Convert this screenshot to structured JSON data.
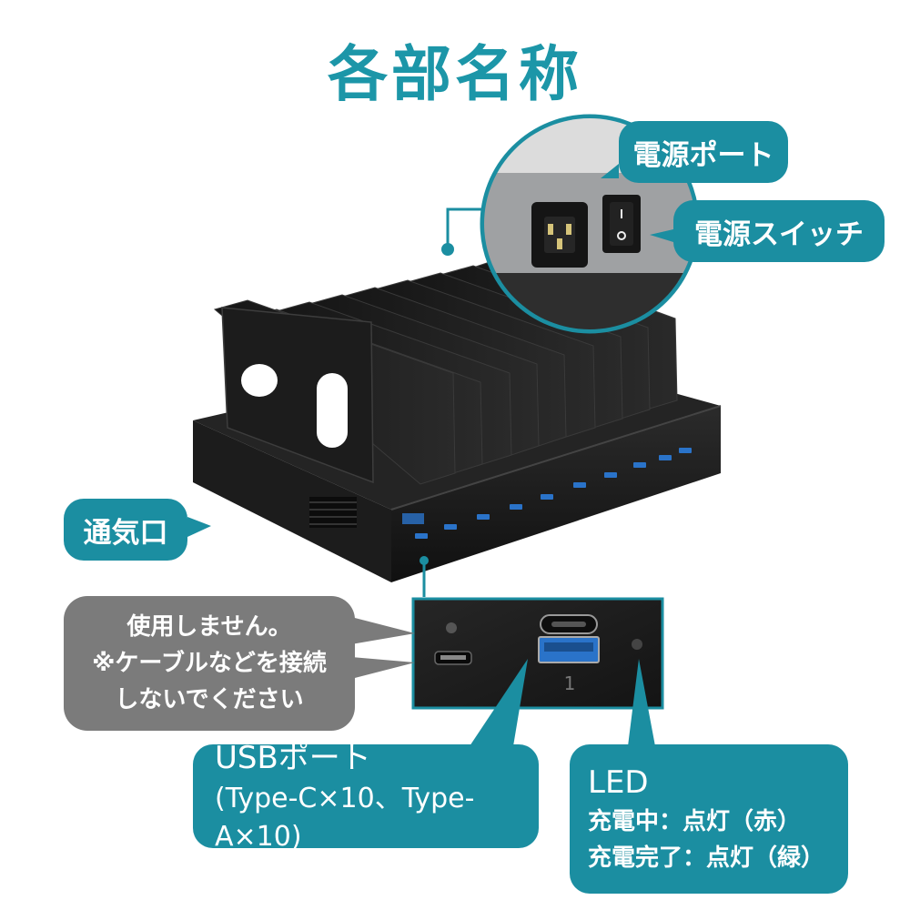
{
  "title": "各部名称",
  "callouts": {
    "power_port": "電源ポート",
    "power_switch": "電源スイッチ",
    "vent": "通気口",
    "unused": {
      "line1": "使用しません。",
      "line2": "※ケーブルなどを接続",
      "line3": "しないでください"
    },
    "usb": {
      "line1": "USBポート",
      "line2": "(Type-C×10、Type-A×10)"
    },
    "led": {
      "line1": "LED",
      "line2": "充電中：点灯（赤）",
      "line3": "充電完了：点灯（緑）"
    }
  },
  "panel_port_number": "1",
  "colors": {
    "accent": "#1b8ea1",
    "title": "#1c96a8",
    "note_gray": "#7b7b7b",
    "device_body": "#1a1a1a",
    "usb_blue": "#2a73c9"
  },
  "icons": [
    "charging-station-image",
    "power-inlet-icon",
    "rocker-switch-icon",
    "usb-c-port-icon",
    "usb-a-port-icon",
    "led-indicator-icon",
    "micro-usb-port-icon"
  ]
}
